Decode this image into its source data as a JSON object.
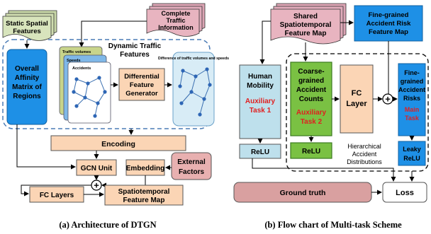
{
  "left": {
    "static_features": [
      "Static Spatial",
      "Features"
    ],
    "traffic_info": [
      "Complete",
      "Traffic",
      "Information"
    ],
    "affinity": [
      "Overall",
      "Affinity",
      "Matrix of",
      "Regions"
    ],
    "dynamic_title": [
      "Dynamic  Traffic",
      "Features"
    ],
    "card_volumes": "Traffic volumes",
    "card_speeds": "Speeds",
    "card_accidents": "Accidents",
    "diff_generator": [
      "Differential",
      "Feature",
      "Generator"
    ],
    "diff_graph_label": "Difference of traffic volumes and speeds",
    "encoding": "Encoding",
    "gcn": "GCN Unit",
    "embedding": "Embedding",
    "external": [
      "External",
      "Factors"
    ],
    "plus": "+",
    "fc_layers": "FC Layers",
    "spatiotemporal": [
      "Spatiotemporal",
      "Feature Map"
    ],
    "caption": "(a)  Architecture of DTGN"
  },
  "right": {
    "shared_map": [
      "Shared",
      "Spatiotemporal",
      "Feature Map"
    ],
    "fine_map": [
      "Fine-grained",
      "Accident Risk",
      "Feature Map"
    ],
    "human_mobility": [
      "Human",
      "Mobility"
    ],
    "aux1": [
      "Auxiliary",
      "Task 1"
    ],
    "coarse": [
      "Coarse-",
      "grained",
      "Accident",
      "Counts"
    ],
    "aux2": [
      "Auxiliary",
      "Task 2"
    ],
    "fc_layer": [
      "FC",
      "Layer"
    ],
    "plus": "+",
    "fine_risks": [
      "Fine-",
      "grained",
      "Accident",
      "Risks"
    ],
    "main_task": [
      "Main",
      "Task"
    ],
    "relu1": "ReLU",
    "relu2": "ReLU",
    "leaky_relu": [
      "Leaky",
      "ReLU"
    ],
    "hierarchical": [
      "Hierarchical",
      "Accident",
      "Distributions"
    ],
    "ground_truth": "Ground truth",
    "loss": "Loss",
    "caption": "(b) Flow chart of Multi-task Scheme"
  },
  "colors": {
    "green_tan": "#d8e4bc",
    "pink_doc": "#e8b4c0",
    "blue": "#1e90e6",
    "peach": "#fbd5b5",
    "light_blue": "#bee0ec",
    "green": "#7ac143",
    "rose": "#d9a0a0",
    "red_text": "#e02020"
  }
}
